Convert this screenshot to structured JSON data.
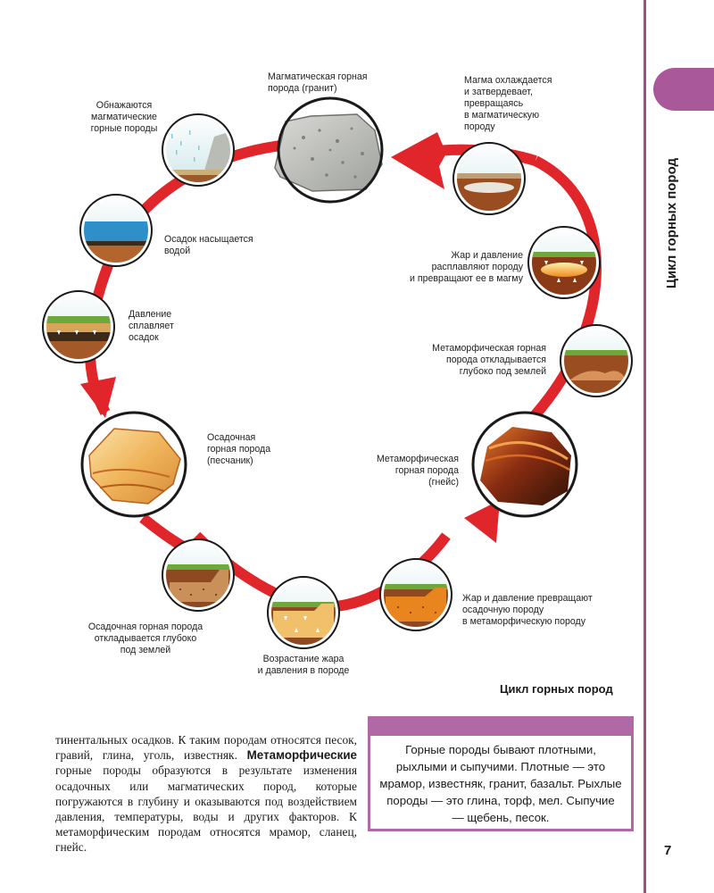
{
  "side": {
    "title": "Цикл горных пород"
  },
  "page_number": "7",
  "cycle": {
    "labels": [
      {
        "id": "igneous",
        "lines": [
          "Магматическая горная",
          "порода (гранит)"
        ]
      },
      {
        "id": "magma-cools",
        "lines": [
          "Магма охлаждается",
          "и затвердевает,",
          "превращаясь",
          "в магматическую",
          "породу"
        ]
      },
      {
        "id": "exposed",
        "lines": [
          "Обнажаются",
          "магматические",
          "горные породы"
        ]
      },
      {
        "id": "water",
        "lines": [
          "Осадок насыщается",
          "водой"
        ]
      },
      {
        "id": "pressure",
        "lines": [
          "Давление",
          "сплавляет",
          "осадок"
        ]
      },
      {
        "id": "sedimentary",
        "lines": [
          "Осадочная",
          "горная порода",
          "(песчаник)"
        ]
      },
      {
        "id": "melt",
        "lines": [
          "Жар и давление",
          "расплавляют породу",
          "и превращают ее в магму"
        ]
      },
      {
        "id": "meta-deep",
        "lines": [
          "Метаморфическая горная",
          "порода откладывается",
          "глубоко под землей"
        ]
      },
      {
        "id": "metamorphic",
        "lines": [
          "Метаморфическая",
          "горная порода",
          "(гнейс)"
        ]
      },
      {
        "id": "transform",
        "lines": [
          "Жар и давление превращают",
          "осадочную породу",
          "в метаморфическую породу"
        ]
      },
      {
        "id": "sed-deep",
        "lines": [
          "Осадочная горная порода",
          "откладывается глубоко",
          "под землей"
        ]
      },
      {
        "id": "heat-rise",
        "lines": [
          "Возрастание жара",
          "и давления в породе"
        ]
      }
    ]
  },
  "caption": "Цикл горных пород",
  "body": {
    "part1": "тинентальных осадков. К таким породам относятся песок, гравий, глина, уголь, известняк. ",
    "bold": "Метаморфические",
    "part2": " горные породы образуются в результате изменения осадочных или магматических пород, которые погружаются в глубину и оказываются под воздействием давления, температуры, воды и других факторов. К метаморфическим породам относятся мрамор, сланец, гнейс."
  },
  "info_box": {
    "text": "Горные породы бывают плотными, рыхлыми и сыпучими. Плотные — это мрамор, известняк, гранит, базальт. Рыхлые породы — это глина, торф, мел. Сыпучие — щебень, песок."
  },
  "colors": {
    "accent": "#a9589a",
    "arrow": "#e0252b",
    "ring": "#1a1a1a"
  }
}
